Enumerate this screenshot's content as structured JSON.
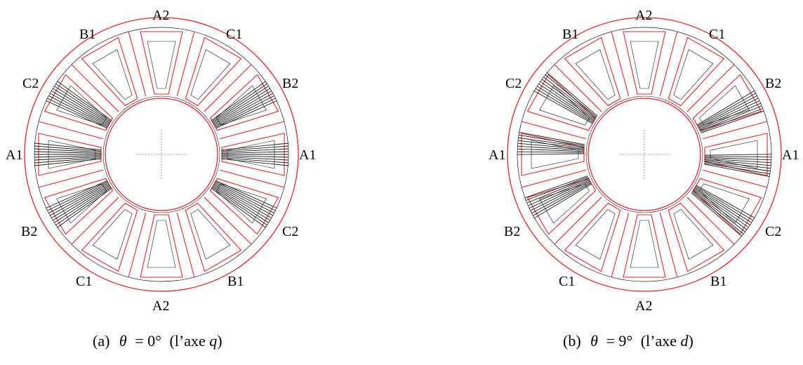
{
  "figure": {
    "panels": [
      {
        "id": "a",
        "caption": {
          "prefix": "(a)",
          "theta": "θ",
          "eq": "= 0°",
          "paren_open": "(l’axe ",
          "axis": "q",
          "paren_close": ")"
        },
        "labels": {
          "top": "A2",
          "upper_left": "B1",
          "upper_right": "C1",
          "mid_left_up": "C2",
          "mid_right_up": "B2",
          "left": "A1",
          "right": "A1",
          "mid_left_down": "B2",
          "mid_right_down": "C2",
          "lower_left": "C1",
          "lower_right": "B1",
          "bottom": "A2"
        }
      },
      {
        "id": "b",
        "caption": {
          "prefix": "(b)",
          "theta": "θ",
          "eq": "= 9°",
          "paren_open": "(l’axe ",
          "axis": "d",
          "paren_close": ")"
        },
        "labels": {
          "top": "A2",
          "upper_left": "B1",
          "upper_right": "C1",
          "mid_left_up": "C2",
          "mid_right_up": "B2",
          "left": "A1",
          "right": "A1",
          "mid_left_down": "B2",
          "mid_right_down": "C2",
          "lower_left": "C1",
          "lower_right": "B1",
          "bottom": "A2"
        }
      }
    ],
    "colors": {
      "outline": "#e8262b",
      "flux": "#1a1a1a",
      "axes": "#9a9a9a"
    }
  }
}
